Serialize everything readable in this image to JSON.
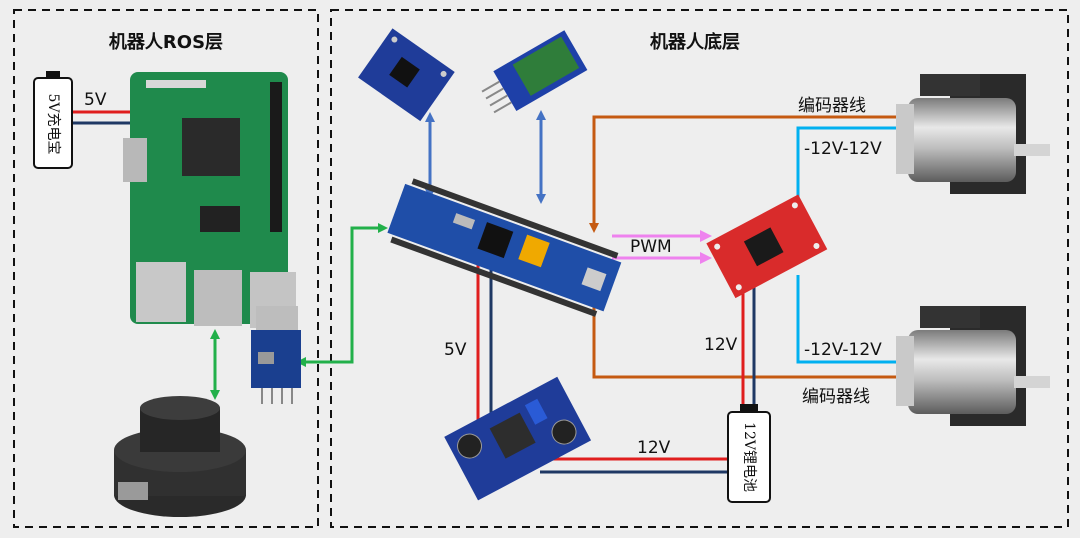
{
  "sections": {
    "ros_layer": "机器人ROS层",
    "base_layer": "机器人底层"
  },
  "labels": {
    "battery_5v_voltage": "5V",
    "battery_5v_name": "5V充电宝",
    "encoder_top": "编码器线",
    "encoder_bottom": "编码器线",
    "motor_top_voltage": "-12V-12V",
    "motor_bottom_voltage": "-12V-12V",
    "pwm": "PWM",
    "v5_regulator": "5V",
    "v12_driver": "12V",
    "v12_regulator": "12V",
    "battery_12v_name": "12V锂电池"
  },
  "colors": {
    "background": "#eeeeee",
    "red_wire": "#e01e1e",
    "navy_wire": "#1f3864",
    "orange_wire": "#c55a11",
    "blue_arrow": "#4472c4",
    "green_arrow": "#22b04a",
    "pink_arrow": "#ee82ee",
    "cyan_wire": "#00b0f0"
  }
}
